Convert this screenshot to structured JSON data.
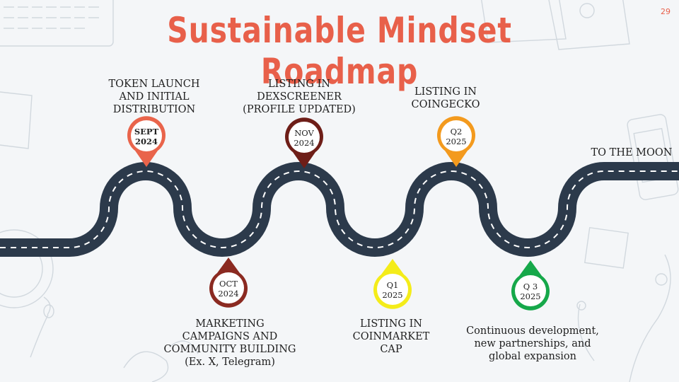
{
  "page_number": "29",
  "title": "Sustainable Mindset Roadmap",
  "end_label": "TO THE MOON",
  "milestones": [
    {
      "date_line1": "SEPT",
      "date_line2": "2024",
      "color": "#e9644b",
      "text": [
        "TOKEN LAUNCH",
        "AND INITIAL",
        "DISTRIBUTION"
      ]
    },
    {
      "date_line1": "OCT",
      "date_line2": "2024",
      "color": "#8b2a21",
      "text": [
        "MARKETING",
        "CAMPAIGNS AND",
        "COMMUNITY BUILDING",
        "(Ex. X, Telegram)"
      ]
    },
    {
      "date_line1": "NOV",
      "date_line2": "2024",
      "color": "#6e1e18",
      "text": [
        "LISTING IN",
        "DEXSCREENER",
        "(PROFILE UPDATED)"
      ]
    },
    {
      "date_line1": "Q1",
      "date_line2": "2025",
      "color": "#f4ec1a",
      "text": [
        "LISTING IN",
        "COINMARKET",
        "CAP"
      ]
    },
    {
      "date_line1": "Q2",
      "date_line2": "2025",
      "color": "#f39a1e",
      "text": [
        "LISTING IN",
        "COINGECKO"
      ]
    },
    {
      "date_line1": "Q 3",
      "date_line2": "2025",
      "color": "#16a84a",
      "text": [
        "Continuous development,",
        "new partnerships, and",
        "global expansion"
      ]
    }
  ],
  "colors": {
    "road": "#2c3a4b",
    "title": "#e8604a",
    "sketch": "#c5ced6"
  }
}
